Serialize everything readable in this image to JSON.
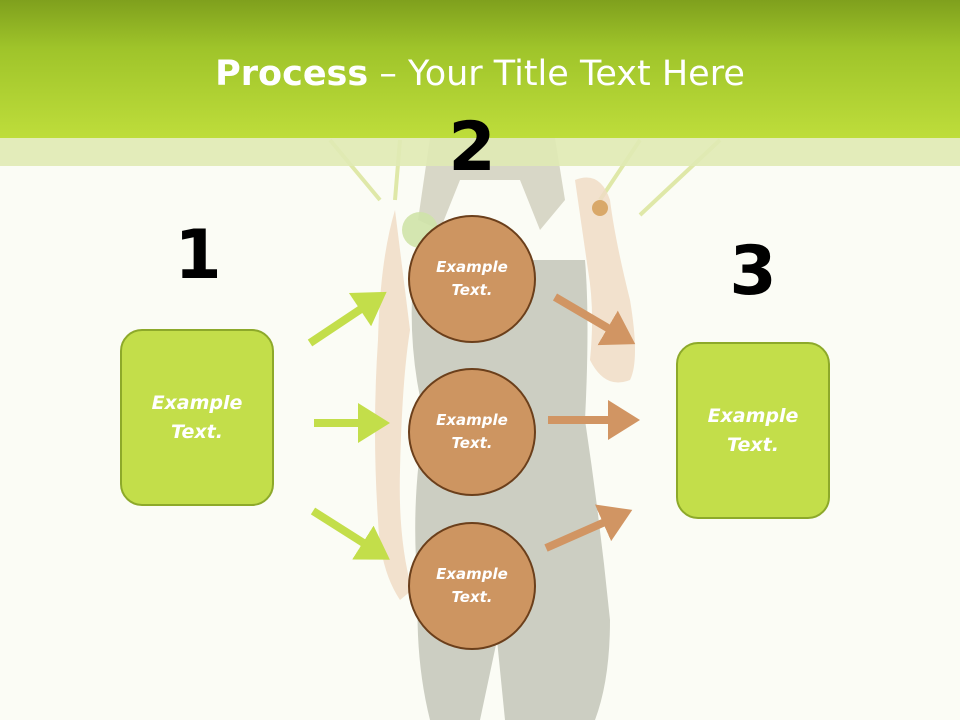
{
  "title": {
    "bold": "Process",
    "rest": " – Your Title Text Here"
  },
  "steps": [
    {
      "number": "1"
    },
    {
      "number": "2"
    },
    {
      "number": "3"
    }
  ],
  "left_box": {
    "text": "Example Text."
  },
  "circles": [
    {
      "text": "Example Text."
    },
    {
      "text": "Example Text."
    },
    {
      "text": "Example Text."
    }
  ],
  "right_box": {
    "text": "Example Text."
  },
  "colors": {
    "header_green": "#bedd3b",
    "box_green": "#c3de4a",
    "arrow_green": "#c3de4a",
    "circle_brown": "#cd9561",
    "arrow_brown": "#d19563"
  }
}
